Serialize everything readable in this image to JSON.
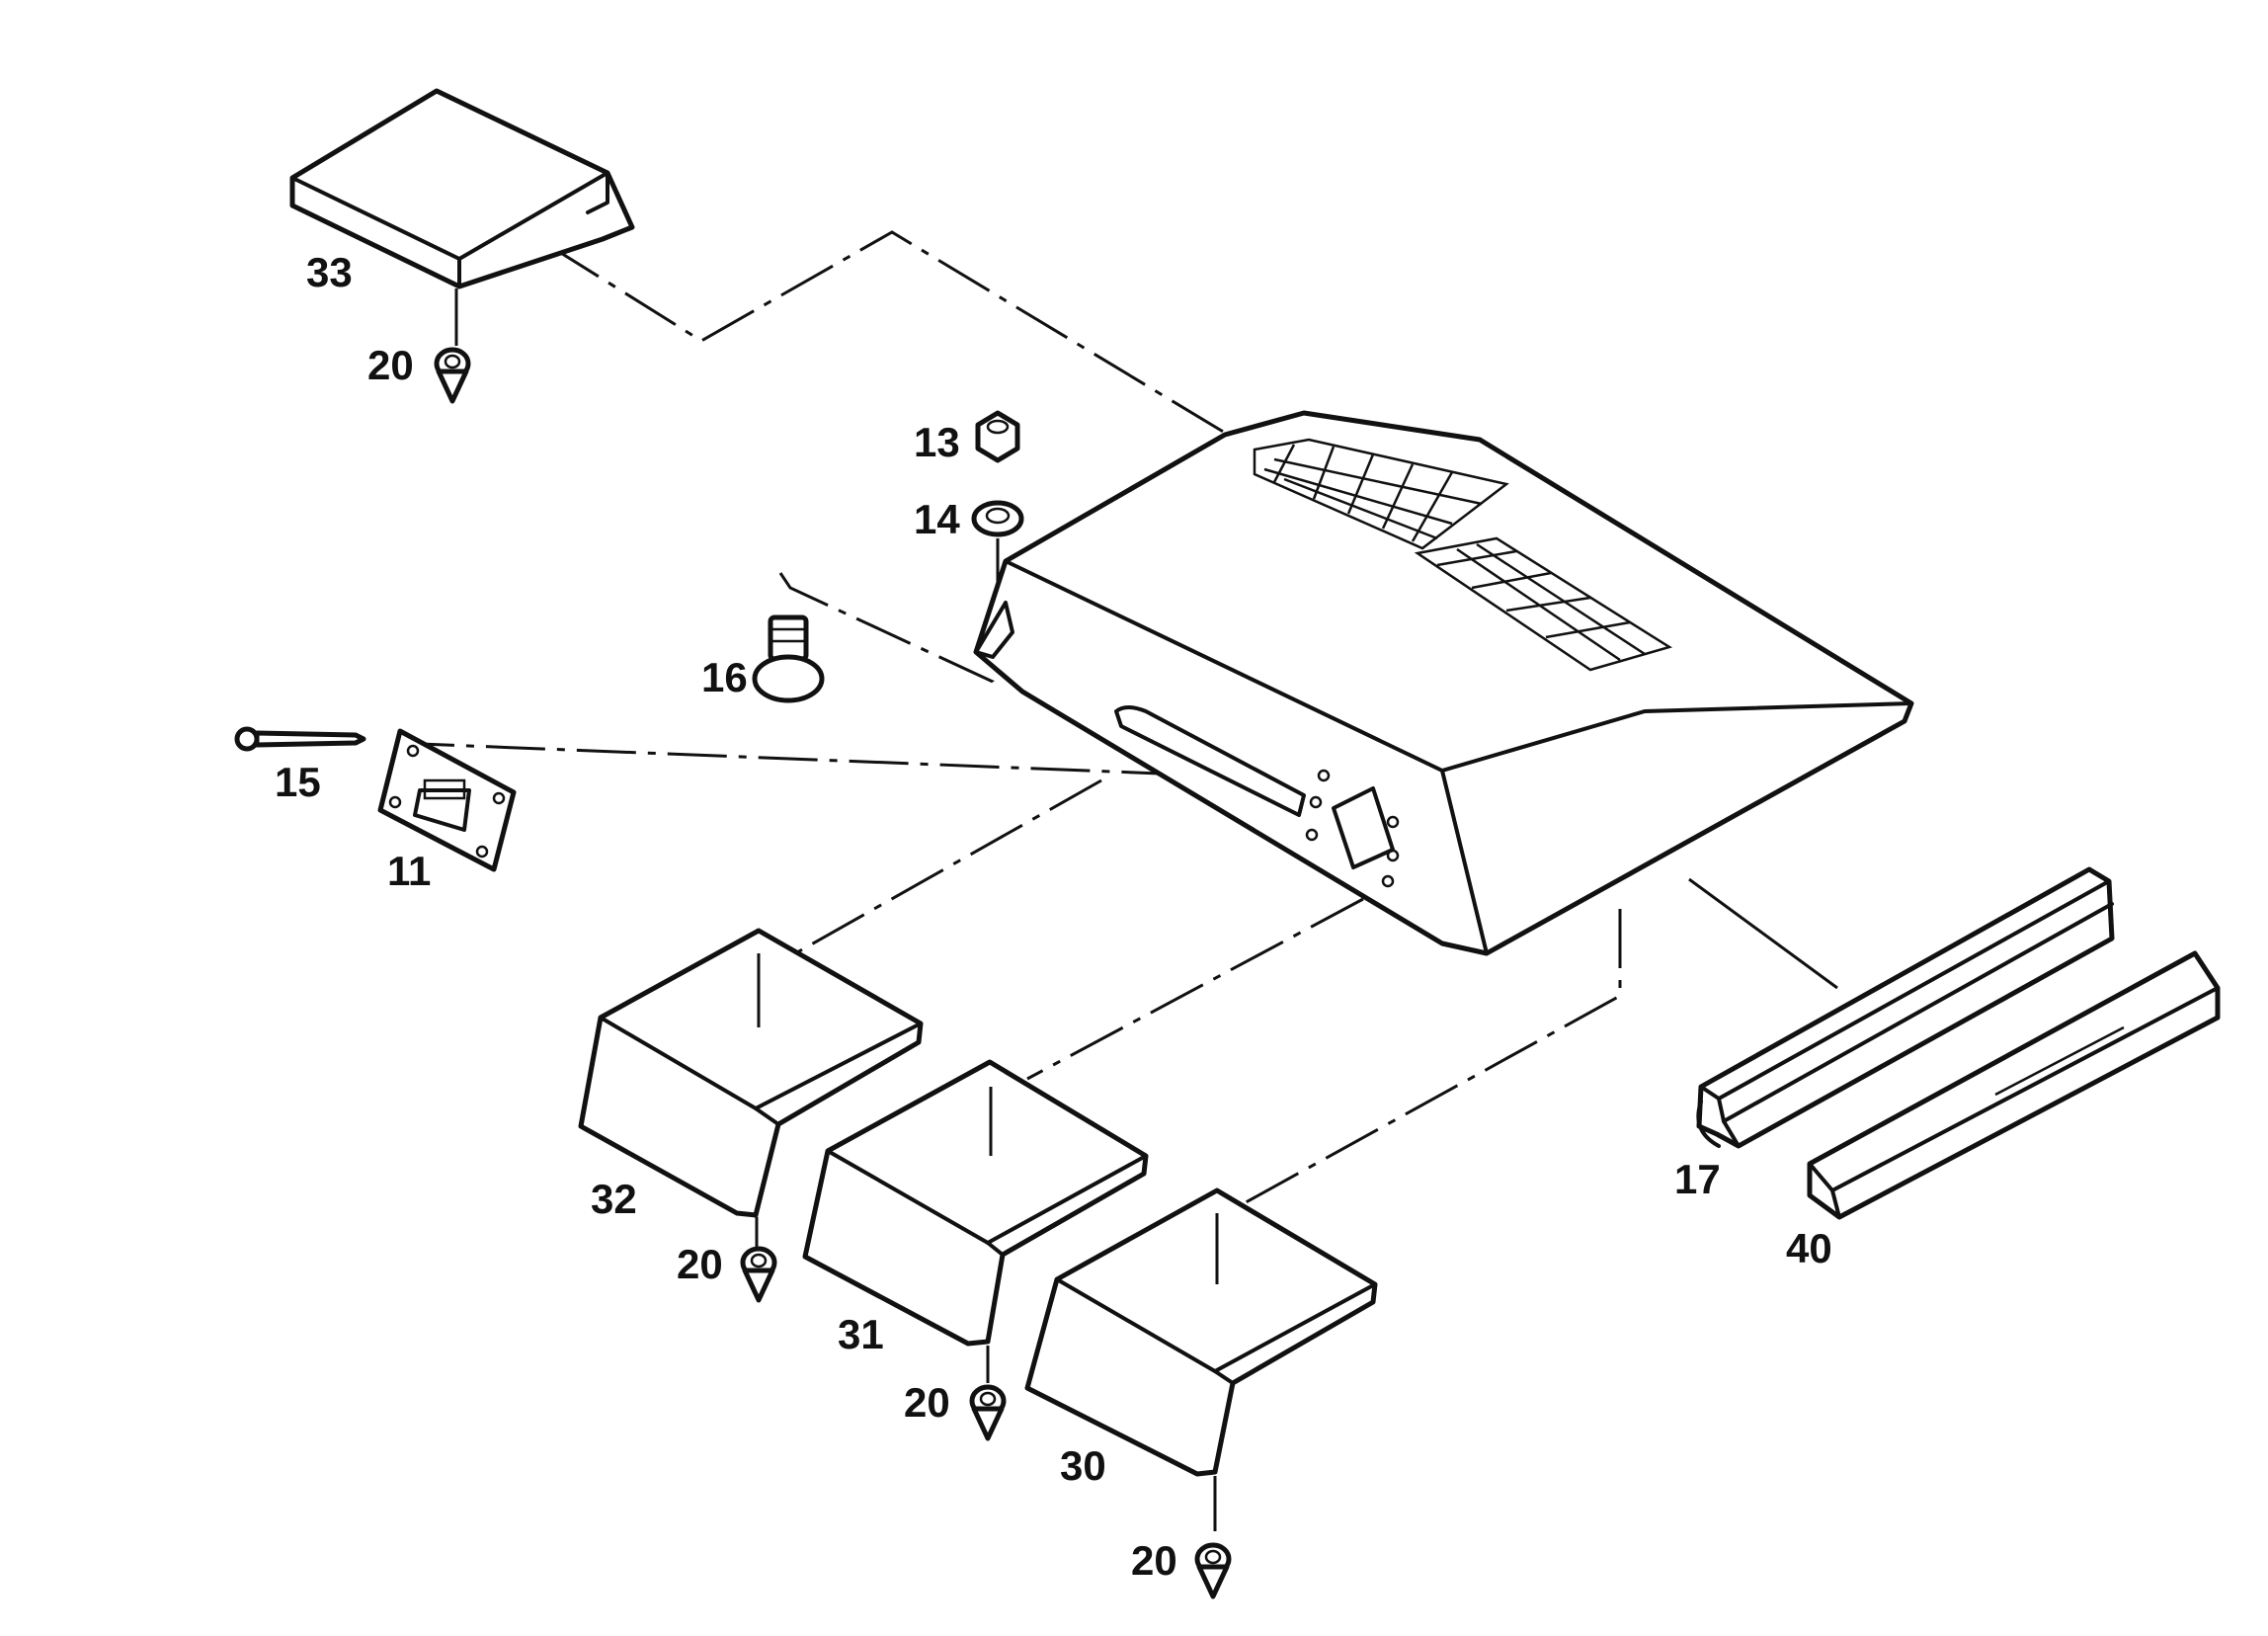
{
  "diagram": {
    "callouts": [
      {
        "id": "c33",
        "text": "33"
      },
      {
        "id": "c20a",
        "text": "20"
      },
      {
        "id": "c13",
        "text": "13"
      },
      {
        "id": "c14",
        "text": "14"
      },
      {
        "id": "c16",
        "text": "16"
      },
      {
        "id": "c15",
        "text": "15"
      },
      {
        "id": "c11",
        "text": "11"
      },
      {
        "id": "c32",
        "text": "32"
      },
      {
        "id": "c20b",
        "text": "20"
      },
      {
        "id": "c31",
        "text": "31"
      },
      {
        "id": "c20c",
        "text": "20"
      },
      {
        "id": "c30",
        "text": "30"
      },
      {
        "id": "c20d",
        "text": "20"
      },
      {
        "id": "c17",
        "text": "17"
      },
      {
        "id": "c40",
        "text": "40"
      }
    ]
  }
}
